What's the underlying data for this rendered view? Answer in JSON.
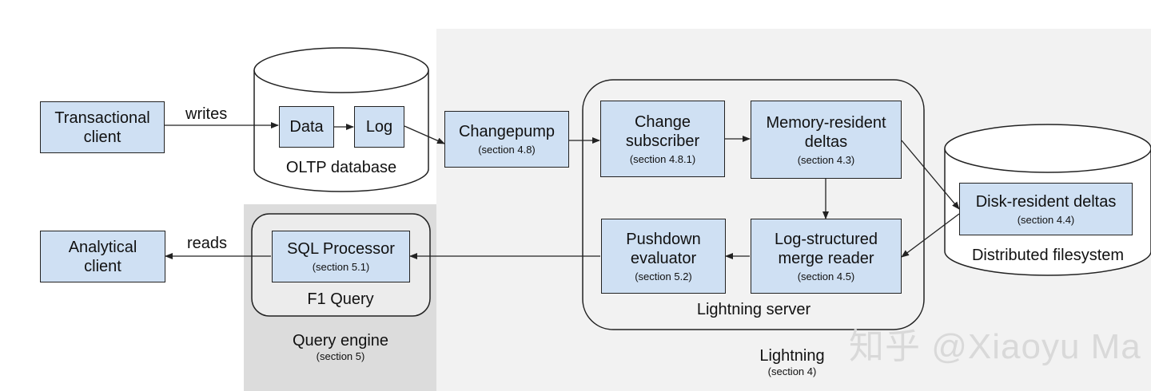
{
  "regions": {
    "lightning": {
      "title": "Lightning",
      "subtitle": "(section 4)"
    },
    "query_engine": {
      "title": "Query engine",
      "subtitle": "(section 5)"
    }
  },
  "containers": {
    "oltp_database": "OLTP database",
    "lightning_server": "Lightning server",
    "f1_query": "F1 Query",
    "distributed_filesystem": "Distributed filesystem"
  },
  "nodes": {
    "transactional_client": {
      "label": "Transactional\nclient"
    },
    "analytical_client": {
      "label": "Analytical\nclient"
    },
    "data": {
      "label": "Data"
    },
    "log": {
      "label": "Log"
    },
    "changepump": {
      "label": "Changepump",
      "section": "(section 4.8)"
    },
    "change_subscriber": {
      "label": "Change\nsubscriber",
      "section": "(section 4.8.1)"
    },
    "memory_resident_deltas": {
      "label": "Memory-resident\ndeltas",
      "section": "(section 4.3)"
    },
    "disk_resident_deltas": {
      "label": "Disk-resident deltas",
      "section": "(section 4.4)"
    },
    "log_structured_merge_reader": {
      "label": "Log-structured\nmerge reader",
      "section": "(section 4.5)"
    },
    "pushdown_evaluator": {
      "label": "Pushdown\nevaluator",
      "section": "(section 5.2)"
    },
    "sql_processor": {
      "label": "SQL Processor",
      "section": "(section 5.1)"
    }
  },
  "edges": {
    "writes": "writes",
    "reads": "reads"
  },
  "colors": {
    "node_fill": "#cfe0f3",
    "lightning_region": "#f2f2f2",
    "query_engine_region": "#dcdcdc",
    "container_fill": "#ffffff",
    "f1_fill": "#ececec"
  },
  "watermark": "知乎 @Xiaoyu Ma"
}
